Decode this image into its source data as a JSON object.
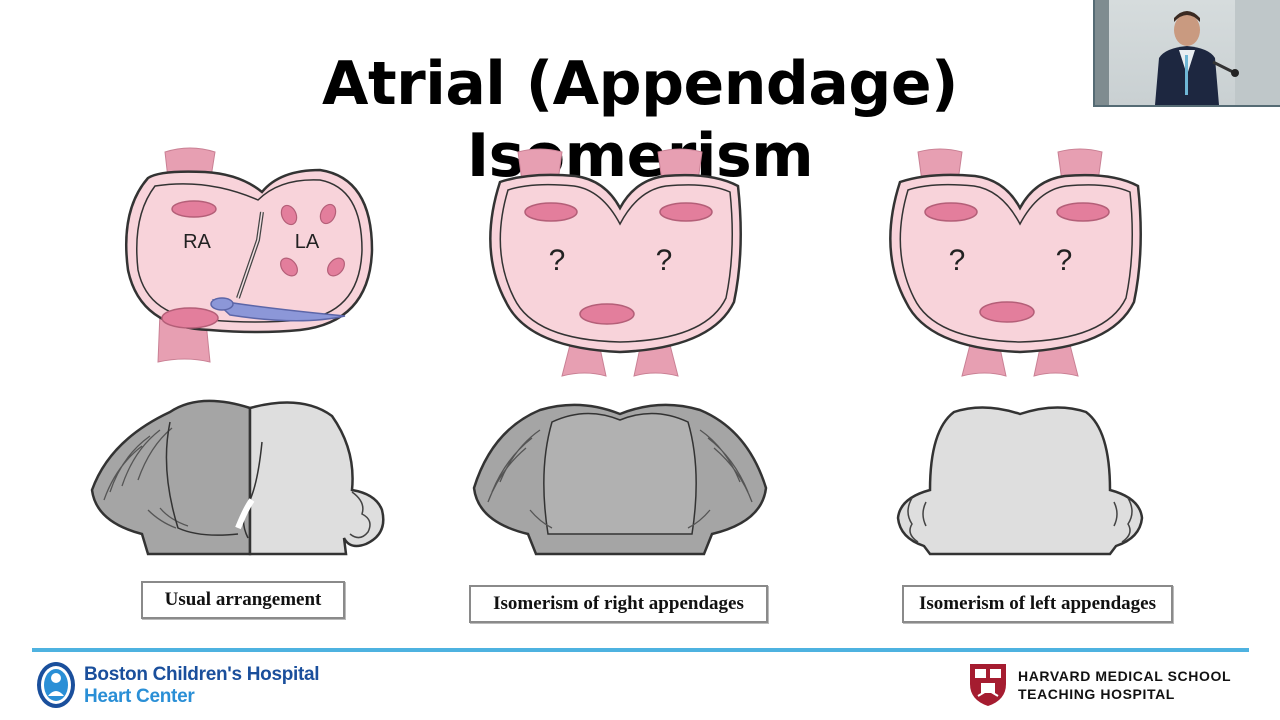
{
  "slide": {
    "title": "Atrial (Appendage) Isomerism"
  },
  "panels": [
    {
      "caption": "Usual arrangement",
      "labels": [
        "RA",
        "LA"
      ]
    },
    {
      "caption": "Isomerism of right appendages",
      "labels": [
        "?",
        "?"
      ]
    },
    {
      "caption": "Isomerism of left appendages",
      "labels": [
        "?",
        "?"
      ]
    }
  ],
  "footer": {
    "left_org_line1": "Boston Children's Hospital",
    "left_org_line2": "Heart Center",
    "right_org_line1": "HARVARD MEDICAL SCHOOL",
    "right_org_line2": "TEACHING HOSPITAL"
  },
  "colors": {
    "vessel": "#e79fb2",
    "atrium_fill": "#f8d3da",
    "venous_orifice": "#e37e9c",
    "sinus_blue": "#8c97d8",
    "dark_appendage": "#a5a5a5",
    "light_appendage": "#dedede",
    "rule": "#4eb2e0",
    "bch_blue": "#1a4f9c",
    "hms_crimson": "#a51c30"
  }
}
